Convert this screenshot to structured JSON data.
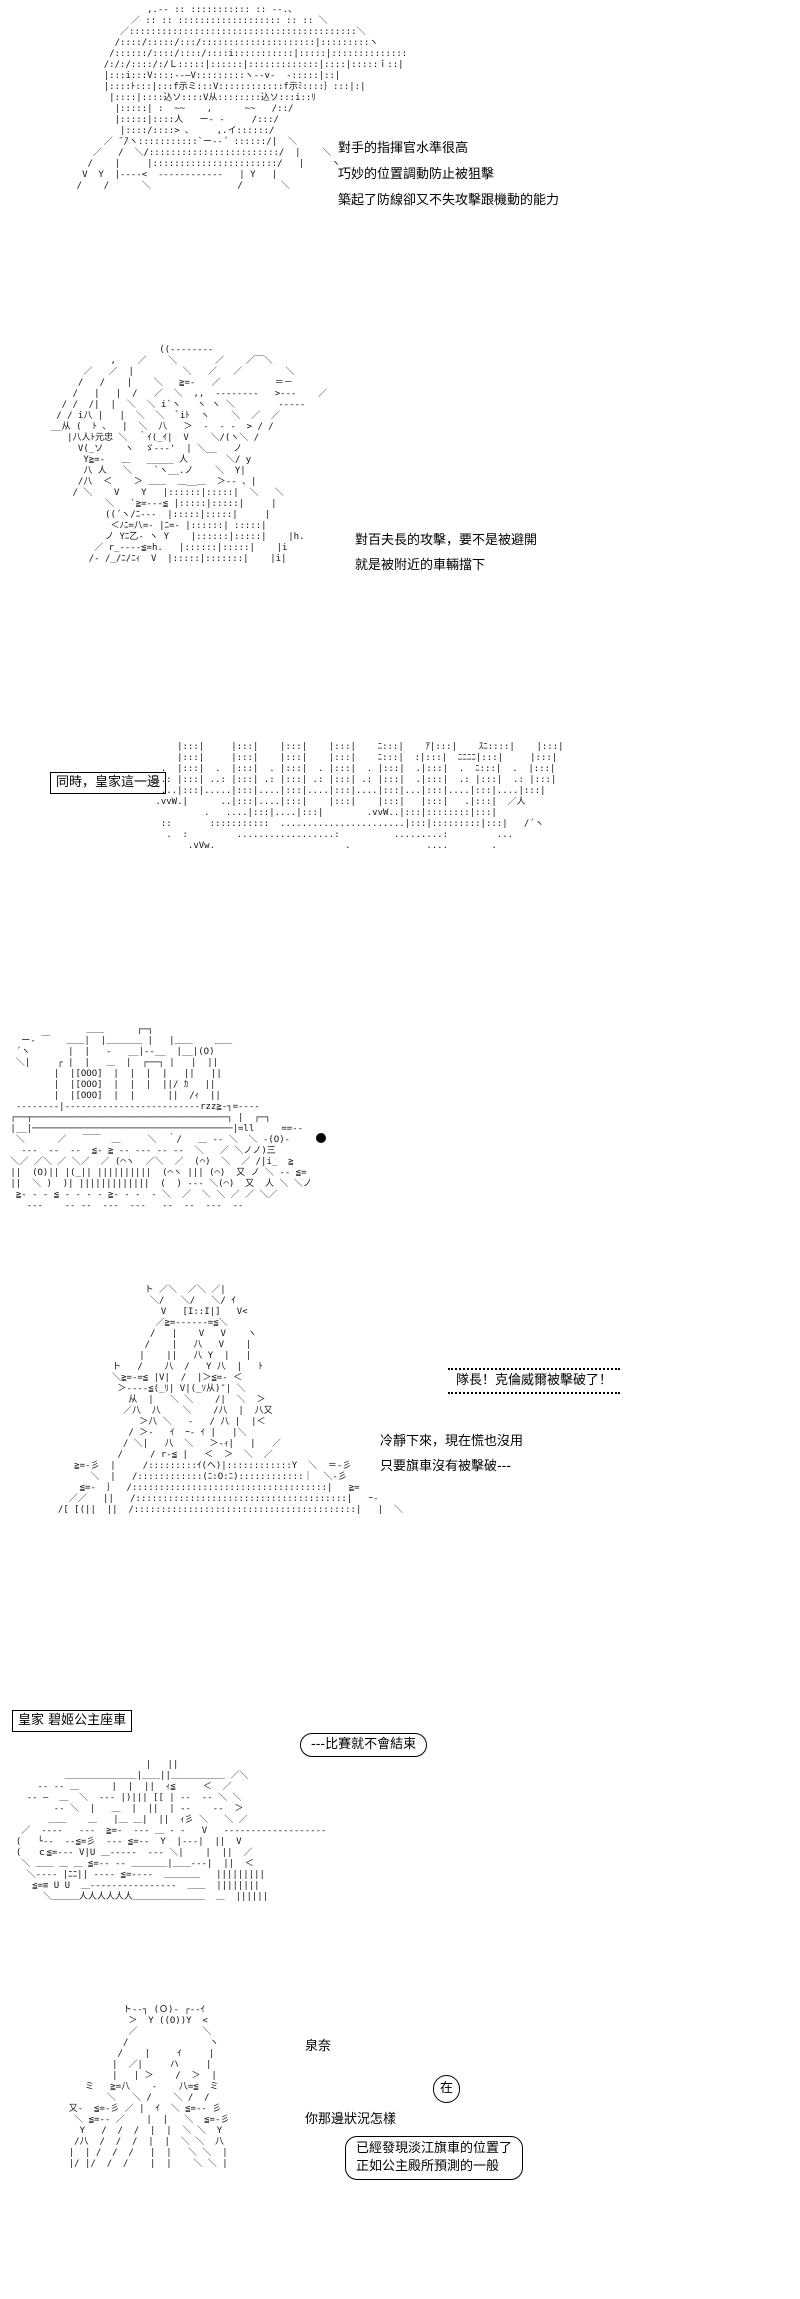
{
  "panels": {
    "p1": {
      "lines": [
        "對手的指揮官水準很高",
        "巧妙的位置調動防止被狙擊",
        "築起了防線卻又不失攻擊跟機動的能力"
      ]
    },
    "p2": {
      "lines": [
        "對百夫長的攻擊，要不是被避開",
        "就是被附近的車輛擋下"
      ]
    },
    "p3": {
      "caption": "同時，皇家這一邊"
    },
    "p5": {
      "shout": "隊長！克倫威爾被擊破了！",
      "lines": [
        "冷靜下來，現在慌也沒用",
        "只要旗車沒有被擊破---"
      ]
    },
    "p6": {
      "caption": "皇家 碧姬公主座車",
      "bubble": "---比賽就不會結束"
    },
    "p7": {
      "name": "泉奈",
      "small_bubble": "在",
      "question": "你那邊狀況怎樣",
      "reply": [
        "已經發現淡江旗車的位置了",
        "正如公主殿所預測的一般"
      ]
    }
  }
}
